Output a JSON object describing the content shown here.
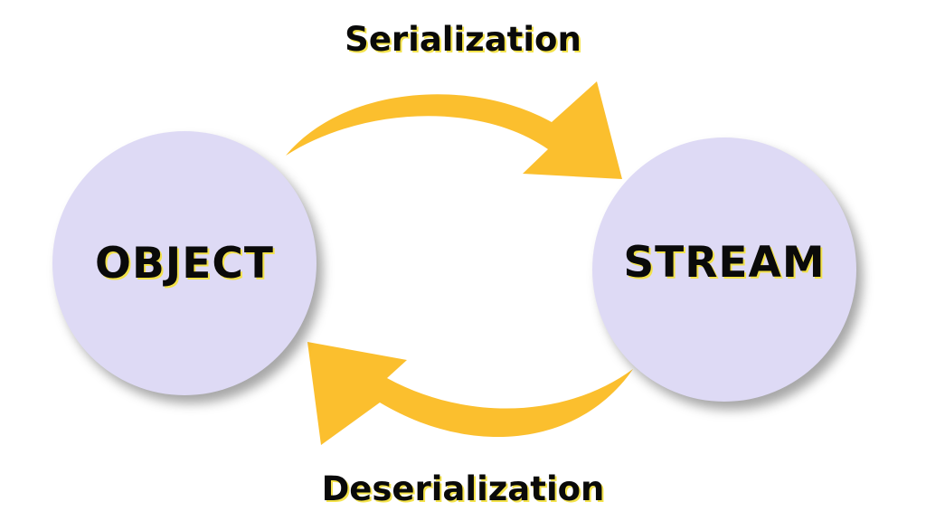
{
  "nodes": {
    "object": {
      "label": "OBJECT"
    },
    "stream": {
      "label": "STREAM"
    }
  },
  "edges": {
    "serialization": {
      "label": "Serialization",
      "from": "object",
      "to": "stream"
    },
    "deserialization": {
      "label": "Deserialization",
      "from": "stream",
      "to": "object"
    }
  },
  "colors": {
    "node_fill": "#dedaf5",
    "arrow_fill": "#fbbf2e",
    "text": "#0a0a0a",
    "text_outline": "#f3e24a",
    "background": "#ffffff"
  }
}
